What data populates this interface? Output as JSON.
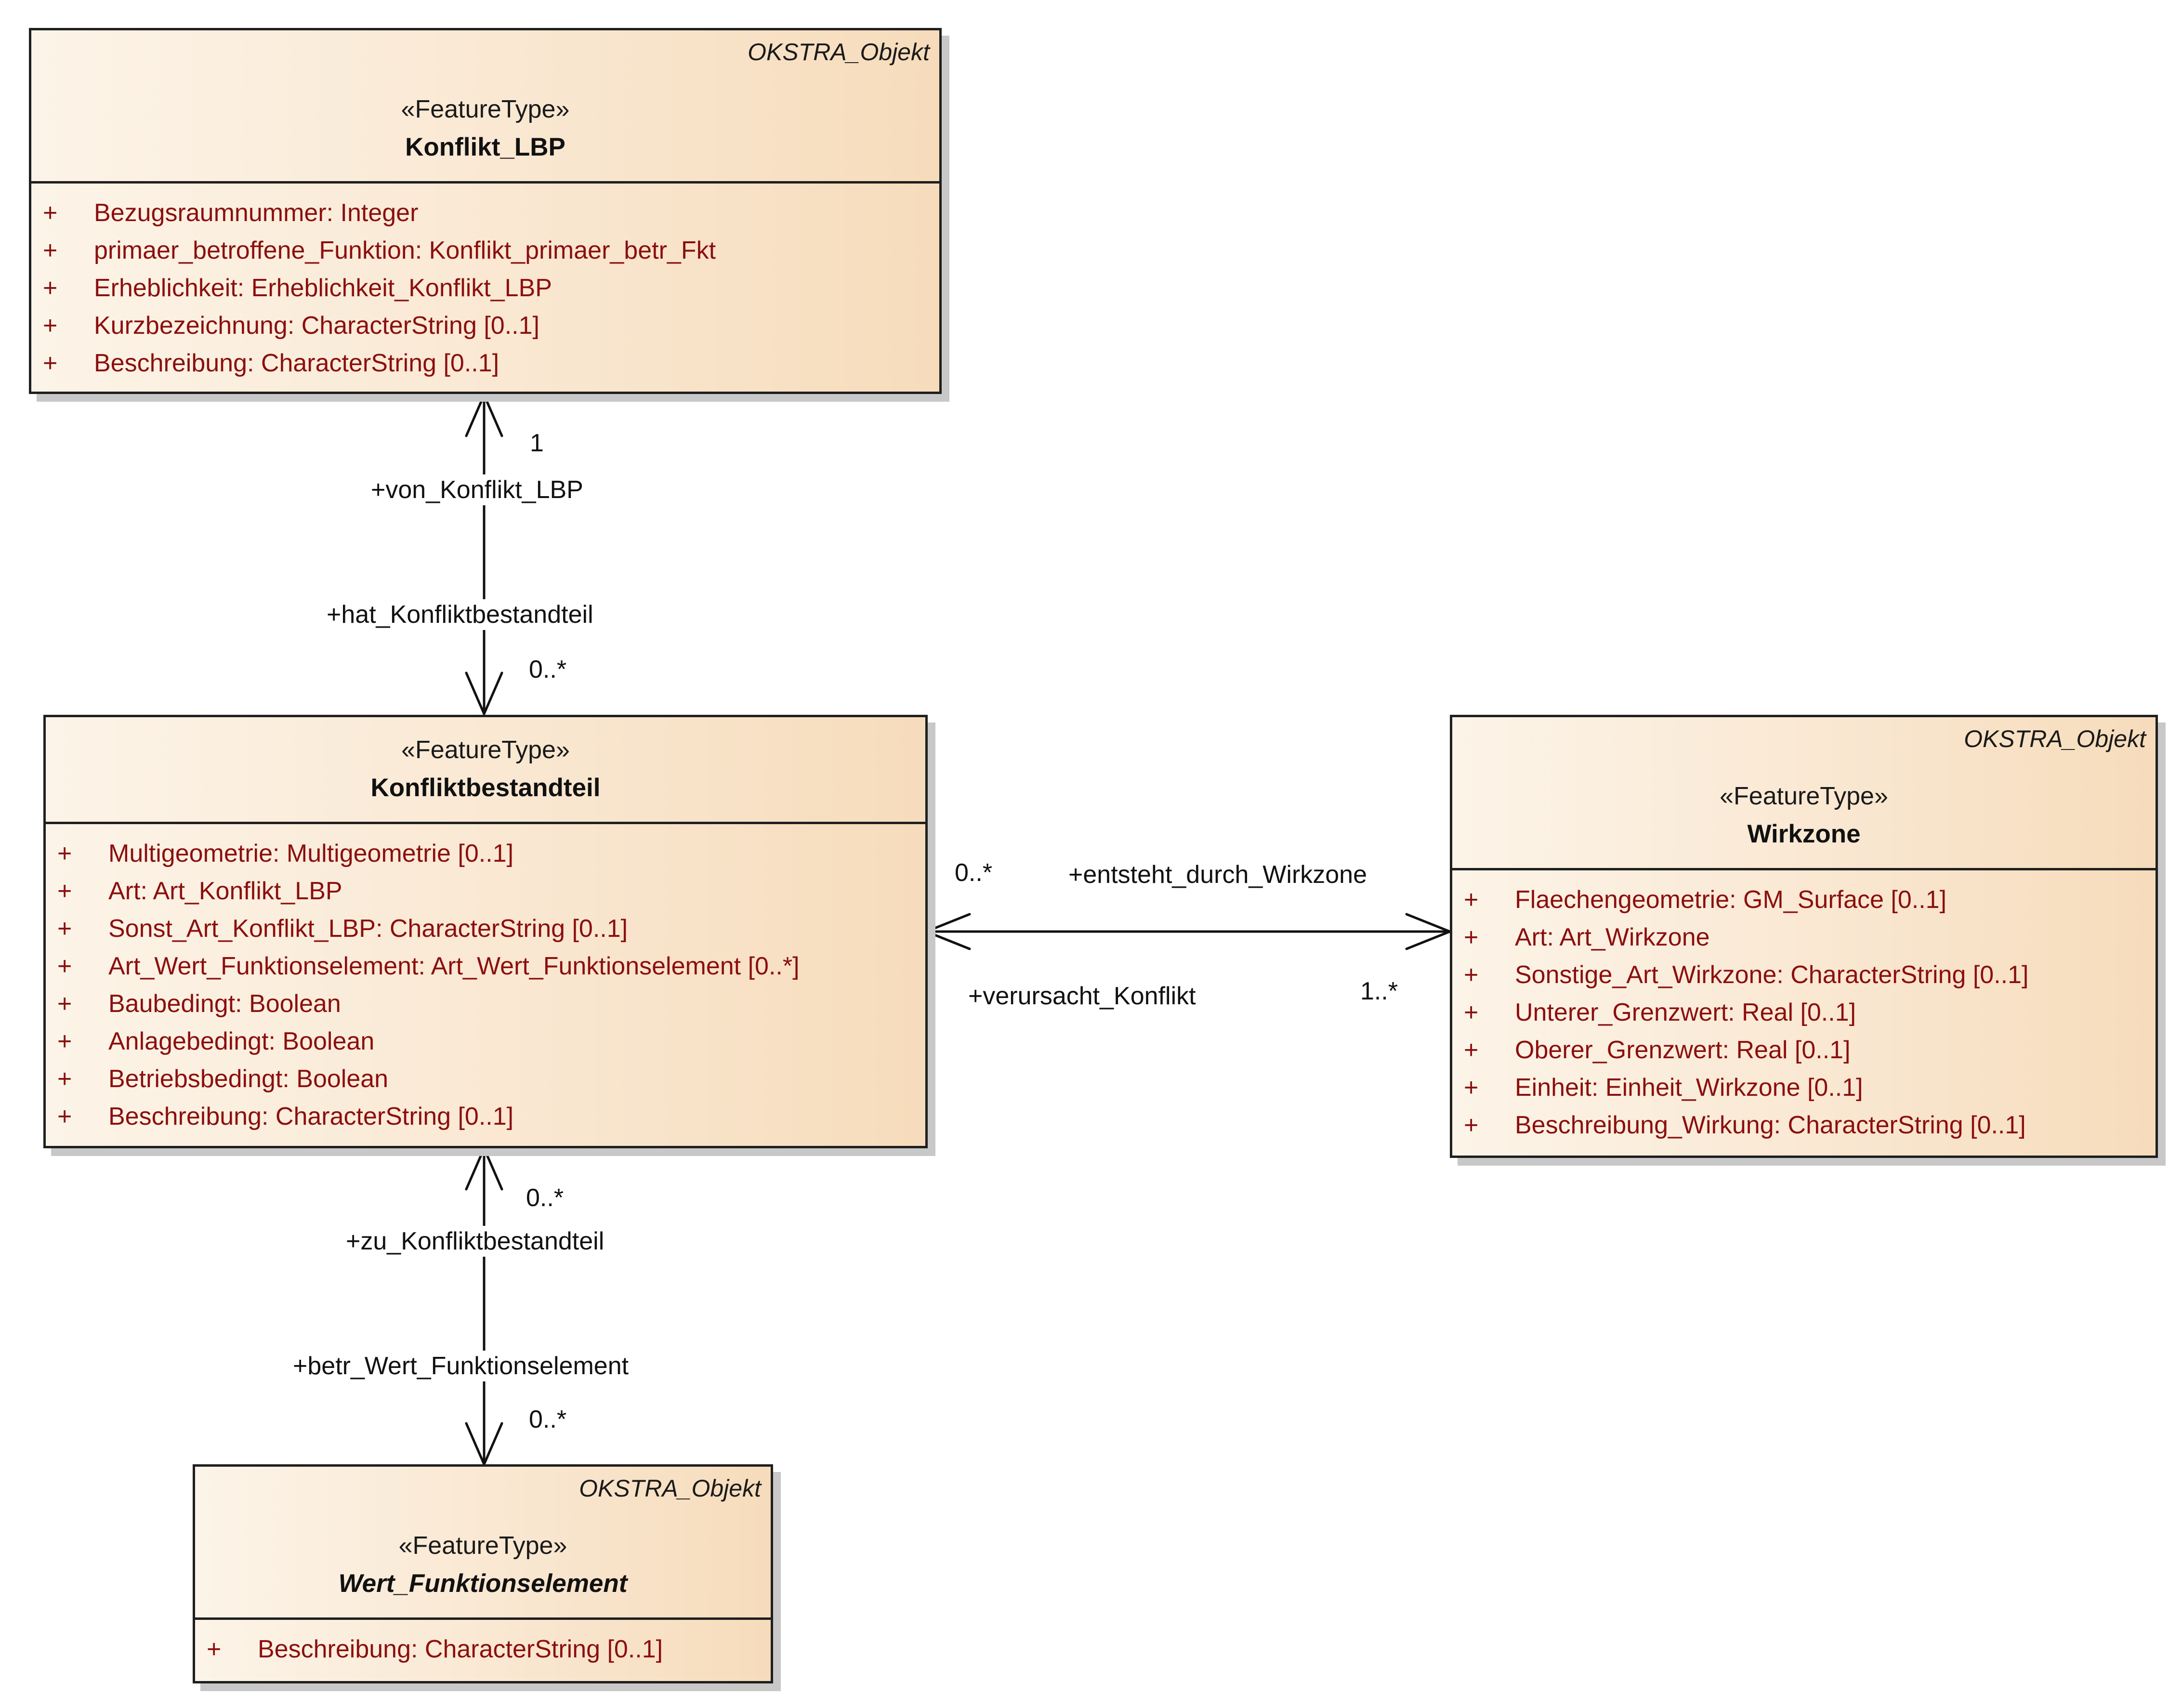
{
  "classes": {
    "konflikt_lbp": {
      "parent": "OKSTRA_Objekt",
      "stereotype": "«FeatureType»",
      "name": "Konflikt_LBP",
      "attributes": [
        {
          "vis": "+",
          "text": "Bezugsraumnummer: Integer"
        },
        {
          "vis": "+",
          "text": "primaer_betroffene_Funktion: Konflikt_primaer_betr_Fkt"
        },
        {
          "vis": "+",
          "text": "Erheblichkeit: Erheblichkeit_Konflikt_LBP"
        },
        {
          "vis": "+",
          "text": "Kurzbezeichnung: CharacterString [0..1]"
        },
        {
          "vis": "+",
          "text": "Beschreibung: CharacterString [0..1]"
        }
      ]
    },
    "konfliktbestandteil": {
      "stereotype": "«FeatureType»",
      "name": "Konfliktbestandteil",
      "attributes": [
        {
          "vis": "+",
          "text": "Multigeometrie: Multigeometrie [0..1]"
        },
        {
          "vis": "+",
          "text": "Art: Art_Konflikt_LBP"
        },
        {
          "vis": "+",
          "text": "Sonst_Art_Konflikt_LBP: CharacterString [0..1]"
        },
        {
          "vis": "+",
          "text": "Art_Wert_Funktionselement: Art_Wert_Funktionselement [0..*]"
        },
        {
          "vis": "+",
          "text": "Baubedingt: Boolean"
        },
        {
          "vis": "+",
          "text": "Anlagebedingt: Boolean"
        },
        {
          "vis": "+",
          "text": "Betriebsbedingt: Boolean"
        },
        {
          "vis": "+",
          "text": "Beschreibung: CharacterString [0..1]"
        }
      ]
    },
    "wirkzone": {
      "parent": "OKSTRA_Objekt",
      "stereotype": "«FeatureType»",
      "name": "Wirkzone",
      "attributes": [
        {
          "vis": "+",
          "text": "Flaechengeometrie: GM_Surface [0..1]"
        },
        {
          "vis": "+",
          "text": "Art: Art_Wirkzone"
        },
        {
          "vis": "+",
          "text": "Sonstige_Art_Wirkzone: CharacterString [0..1]"
        },
        {
          "vis": "+",
          "text": "Unterer_Grenzwert: Real [0..1]"
        },
        {
          "vis": "+",
          "text": "Oberer_Grenzwert: Real [0..1]"
        },
        {
          "vis": "+",
          "text": "Einheit: Einheit_Wirkzone [0..1]"
        },
        {
          "vis": "+",
          "text": "Beschreibung_Wirkung: CharacterString [0..1]"
        }
      ]
    },
    "wert_funktionselement": {
      "parent": "OKSTRA_Objekt",
      "stereotype": "«FeatureType»",
      "name": "Wert_Funktionselement",
      "attributes": [
        {
          "vis": "+",
          "text": "Beschreibung: CharacterString [0..1]"
        }
      ]
    }
  },
  "associations": {
    "konflikt_to_bestandteil": {
      "upper_multiplicity": "1",
      "upper_role": "+von_Konflikt_LBP",
      "lower_role": "+hat_Konfliktbestandteil",
      "lower_multiplicity": "0..*"
    },
    "bestandteil_to_wirkzone": {
      "left_multiplicity": "0..*",
      "top_role": "+entsteht_durch_Wirkzone",
      "bottom_role": "+verursacht_Konflikt",
      "right_multiplicity": "1..*"
    },
    "bestandteil_to_wert": {
      "upper_multiplicity": "0..*",
      "upper_role": "+zu_Konfliktbestandteil",
      "lower_role": "+betr_Wert_Funktionselement",
      "lower_multiplicity": "0..*"
    }
  }
}
